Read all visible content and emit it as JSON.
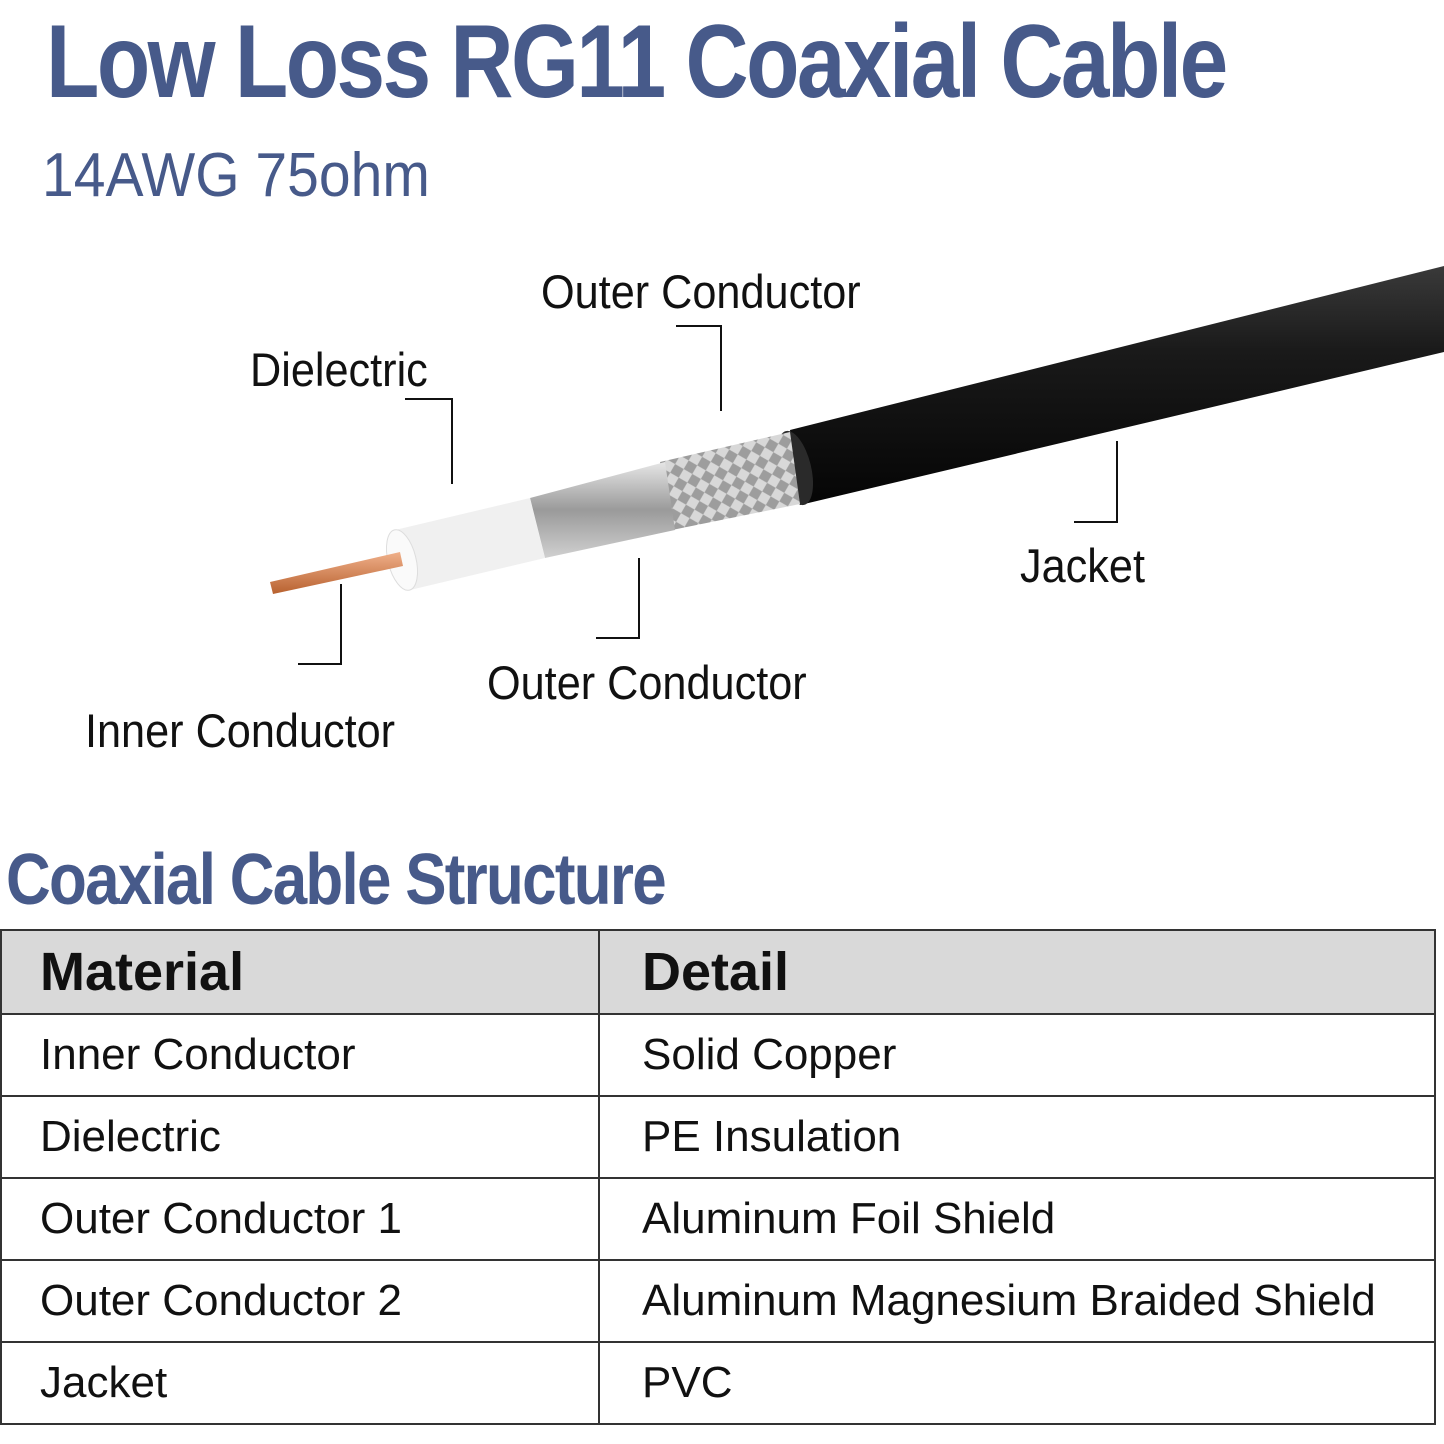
{
  "header": {
    "title": "Low Loss RG11 Coaxial Cable",
    "subtitle": "14AWG 75ohm"
  },
  "diagram": {
    "labels": {
      "outer_conductor_top": "Outer Conductor",
      "dielectric": "Dielectric",
      "jacket": "Jacket",
      "outer_conductor_bottom": "Outer Conductor",
      "inner_conductor": "Inner Conductor"
    },
    "colors": {
      "copper": "#d9895a",
      "dielectric": "#f2f2f2",
      "foil": "#c8c8c8",
      "braid": "#a9a9a9",
      "jacket": "#161616"
    }
  },
  "structure": {
    "title": "Coaxial Cable Structure",
    "columns": [
      "Material",
      "Detail"
    ],
    "rows": [
      {
        "material": "Inner Conductor",
        "detail": "Solid Copper"
      },
      {
        "material": "Dielectric",
        "detail": "PE Insulation"
      },
      {
        "material": "Outer Conductor 1",
        "detail": "Aluminum Foil Shield"
      },
      {
        "material": "Outer Conductor 2",
        "detail": "Aluminum Magnesium Braided Shield"
      },
      {
        "material": "Jacket",
        "detail": "PVC"
      }
    ]
  },
  "theme": {
    "accent": "#475a8a",
    "header_bg": "#d9d9d9"
  }
}
